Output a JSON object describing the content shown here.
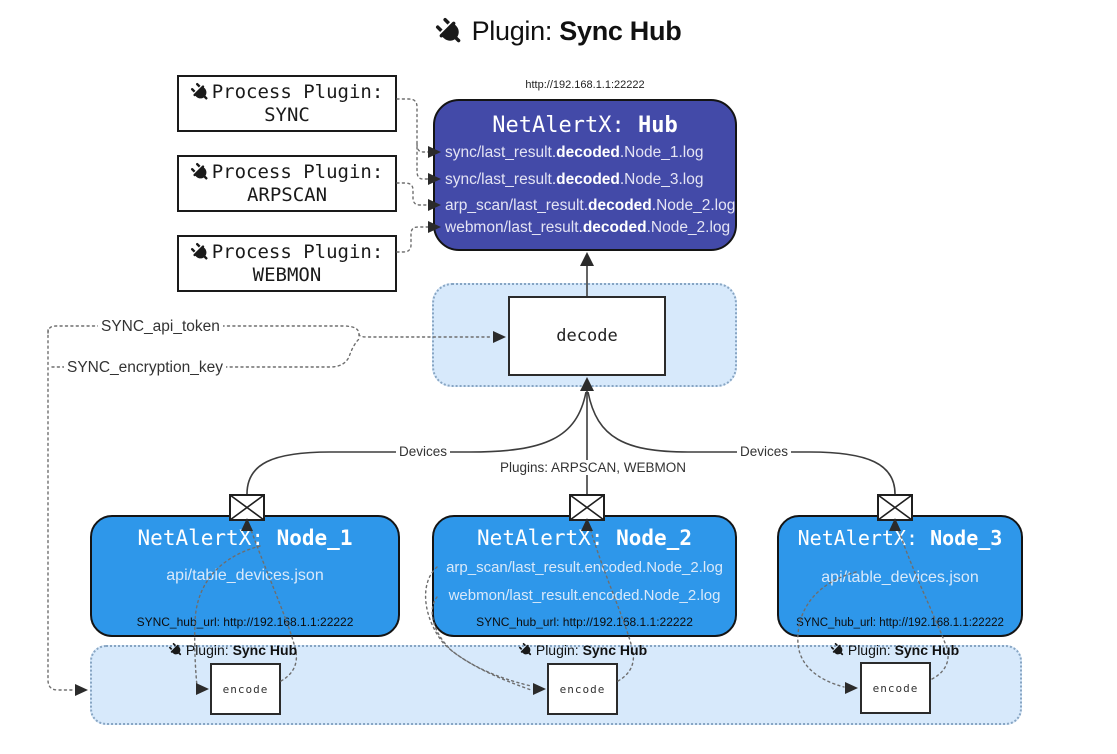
{
  "title": {
    "pre": "Plugin: ",
    "bold": "Sync Hub"
  },
  "hub_url_label": "http://192.168.1.1:22222",
  "process_plugins": [
    {
      "line1": "Process Plugin:",
      "name": "SYNC"
    },
    {
      "line1": "Process Plugin:",
      "name": "ARPSCAN"
    },
    {
      "line1": "Process Plugin:",
      "name": "WEBMON"
    }
  ],
  "hub": {
    "title_pre": "NetAlertX: ",
    "title_bold": "Hub",
    "entries": [
      {
        "pre": "sync/last_result.",
        "bold": "decoded",
        "post": ".Node_1.log"
      },
      {
        "pre": "sync/last_result.",
        "bold": "decoded",
        "post": ".Node_3.log"
      },
      {
        "pre": "arp_scan/last_result.",
        "bold": "decoded",
        "post": ".Node_2.log"
      },
      {
        "pre": "webmon/last_result.",
        "bold": "decoded",
        "post": ".Node_2.log"
      }
    ]
  },
  "decode_label": "decode",
  "secrets": {
    "api_token": "SYNC_api_token",
    "encryption_key": "SYNC_encryption_key"
  },
  "edge_labels": {
    "devices_left": "Devices",
    "devices_right": "Devices",
    "plugins_mid": "Plugins: ARPSCAN, WEBMON"
  },
  "nodes": [
    {
      "title_pre": "NetAlertX: ",
      "title_bold": "Node_1",
      "lines": [
        "api/table_devices.json"
      ],
      "hub_url": "SYNC_hub_url: http://192.168.1.1:22222"
    },
    {
      "title_pre": "NetAlertX: ",
      "title_bold": "Node_2",
      "lines": [
        "arp_scan/last_result.encoded.Node_2.log",
        "webmon/last_result.encoded.Node_2.log"
      ],
      "hub_url": "SYNC_hub_url: http://192.168.1.1:22222"
    },
    {
      "title_pre": "NetAlertX: ",
      "title_bold": "Node_3",
      "lines": [
        "api/table_devices.json"
      ],
      "hub_url": "SYNC_hub_url: http://192.168.1.1:22222"
    }
  ],
  "encoder_label": {
    "pre": "Plugin: ",
    "bold": "Sync Hub"
  },
  "encode_box_label": "encode",
  "colors": {
    "hub": "#434aa8",
    "node": "#2e97ea",
    "container": "#d7e9fb",
    "solid_line": "#3d3d3d",
    "dotted_line": "#6e6e6e"
  }
}
